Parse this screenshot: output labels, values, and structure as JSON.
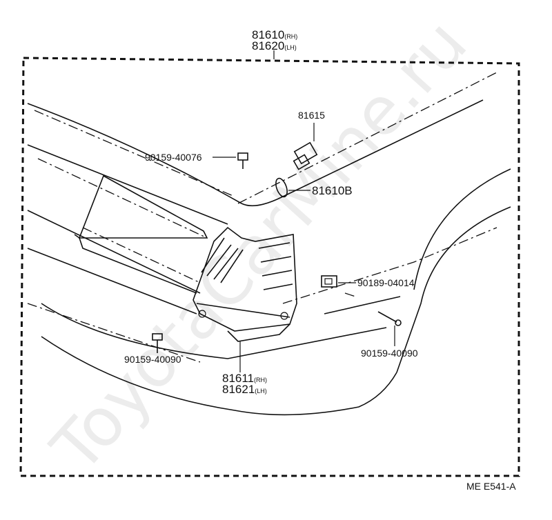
{
  "watermark": "ToyotaCarMine.ru",
  "parts": {
    "assembly_a": "81610",
    "assembly_a_side": "(RH)",
    "assembly_b": "81620",
    "assembly_b_side": "(LH)",
    "socket": "81615",
    "bulb": "81610B",
    "screw_upper": "90159-40076",
    "clip": "90189-04014",
    "screw_left": "90159-40090",
    "screw_right": "90159-40090",
    "lens_a": "81611",
    "lens_a_side": "(RH)",
    "lens_b": "81621",
    "lens_b_side": "(LH)"
  },
  "diagram_code": "ME E541-A"
}
